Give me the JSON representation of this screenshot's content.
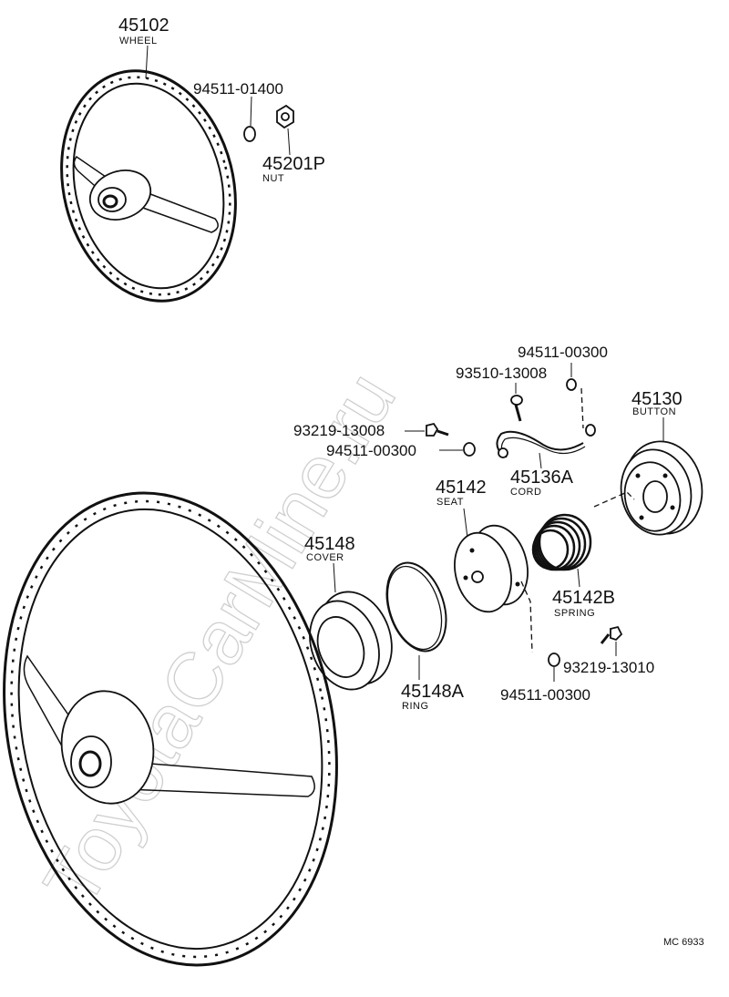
{
  "watermark": "ToyotaCarMine.ru",
  "figure_code": "MC 6933",
  "parts": {
    "wheel_top": {
      "number": "45102",
      "name": "WHEEL"
    },
    "washer_top": {
      "number": "94511-01400"
    },
    "nut": {
      "number": "45201P",
      "name": "NUT"
    },
    "washer_a": {
      "number": "94511-00300"
    },
    "screw_a": {
      "number": "93510-13008"
    },
    "button": {
      "number": "45130",
      "name": "BUTTON"
    },
    "screw_b": {
      "number": "93219-13008"
    },
    "washer_b": {
      "number": "94511-00300"
    },
    "seat": {
      "number": "45142",
      "name": "SEAT"
    },
    "cord": {
      "number": "45136A",
      "name": "CORD"
    },
    "cover": {
      "number": "45148",
      "name": "COVER"
    },
    "spring": {
      "number": "45142B",
      "name": "SPRING"
    },
    "screw_c": {
      "number": "93219-13010"
    },
    "ring": {
      "number": "45148A",
      "name": "RING"
    },
    "washer_c": {
      "number": "94511-00300"
    }
  }
}
